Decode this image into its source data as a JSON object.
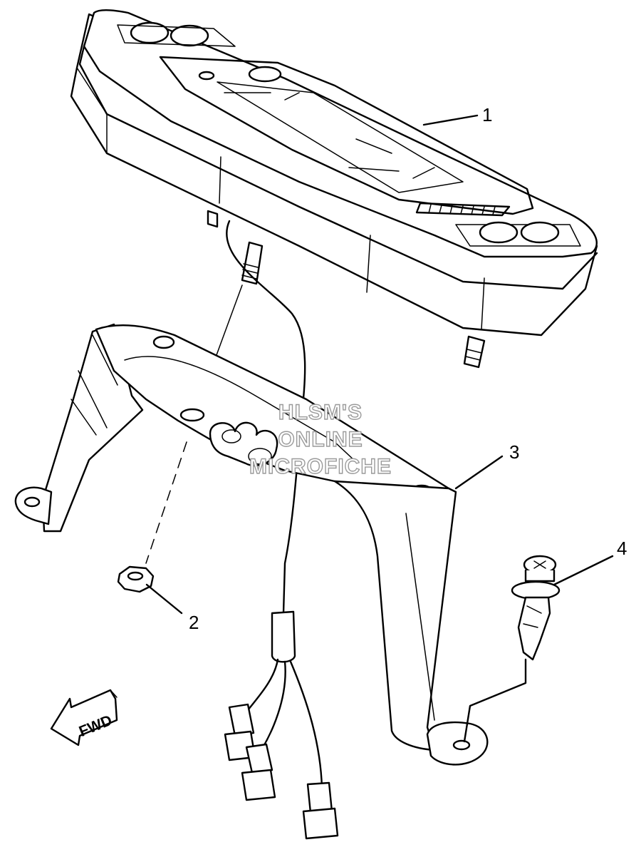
{
  "callouts": [
    {
      "id": "1",
      "label": "1"
    },
    {
      "id": "2",
      "label": "2"
    },
    {
      "id": "3",
      "label": "3"
    },
    {
      "id": "4",
      "label": "4"
    }
  ],
  "watermark": {
    "line1": "HLSM'S",
    "line2": "ONLINE",
    "line3": "MICROFICHE"
  },
  "direction_arrow": {
    "label": "FWD",
    "icon": "arrow-left-icon"
  }
}
